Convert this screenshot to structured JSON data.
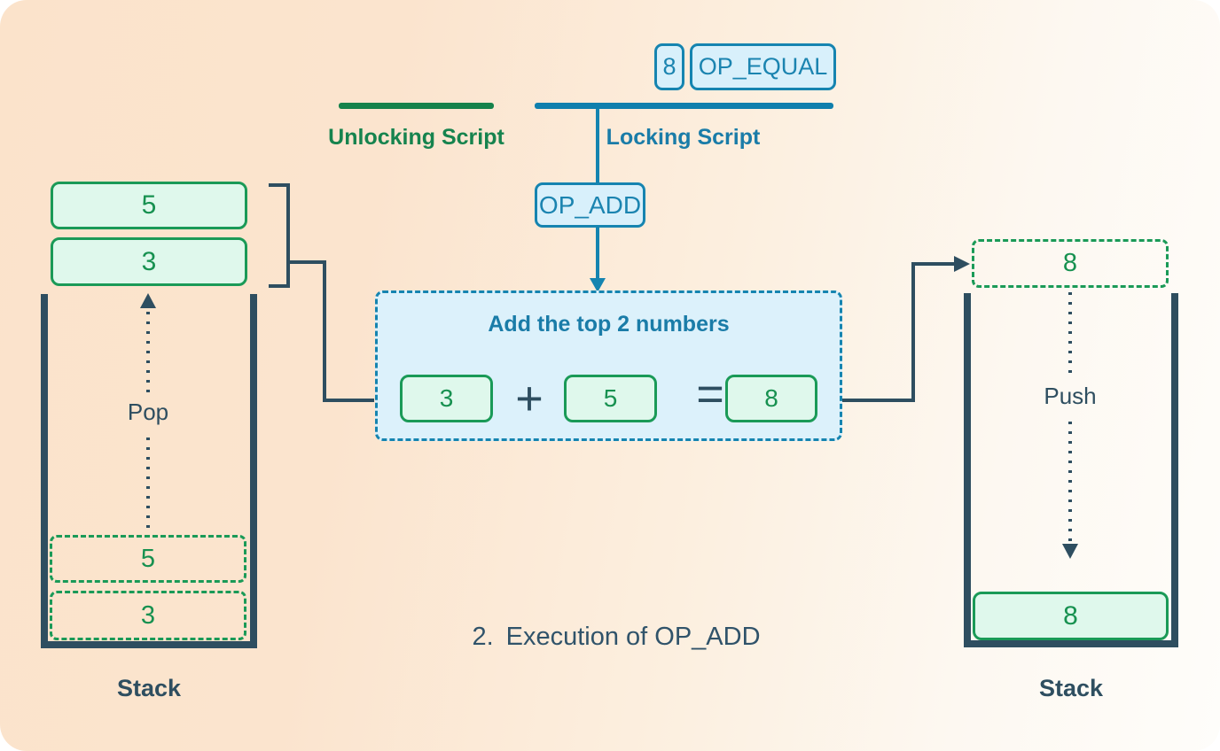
{
  "caption": {
    "number": "2.",
    "text": "Execution of OP_ADD"
  },
  "scripts": {
    "unlocking_label": "Unlocking Script",
    "locking_label": "Locking Script",
    "locking_tokens": [
      "8",
      "OP_EQUAL"
    ],
    "op_add": "OP_ADD"
  },
  "operation": {
    "title": "Add the top 2 numbers",
    "operand1": "3",
    "plus": "+",
    "operand2": "5",
    "equals": "=",
    "result": "8"
  },
  "left_stack": {
    "popped": [
      "5",
      "3"
    ],
    "pop_label": "Pop",
    "ghost_items": [
      "5",
      "3"
    ],
    "label": "Stack"
  },
  "right_stack": {
    "incoming": "8",
    "push_label": "Push",
    "final_item": "8",
    "label": "Stack"
  },
  "colors": {
    "green_accent": "#15824B",
    "green_box": "#1A9A57",
    "teal_accent": "#1584B0",
    "dark_slate": "#2E4E60",
    "mint_fill": "#DFF8EC",
    "sky_fill": "#DCF1FB",
    "background_peach": "#FBE3CB",
    "background_white": "#FEFDFA"
  }
}
